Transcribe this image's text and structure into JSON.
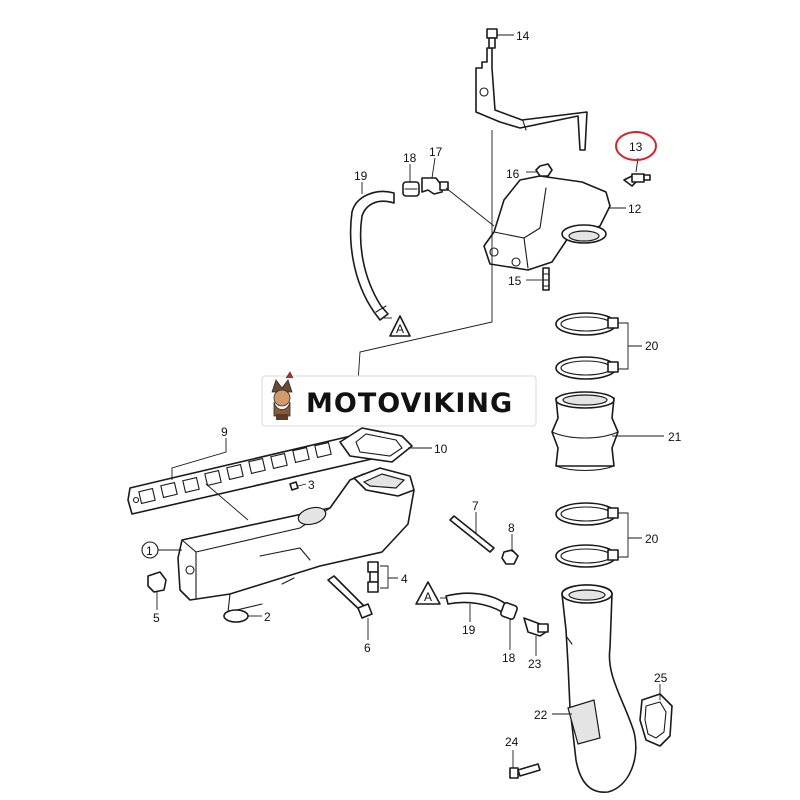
{
  "brand": {
    "name": "MOTOVIKING",
    "banner_color": "#ffffff",
    "text_color": "#111111",
    "logo_icon": "viking-mascot-icon"
  },
  "highlight": {
    "part": "13",
    "ring_color": "#d8232a"
  },
  "callouts": {
    "c1": "1",
    "c2": "2",
    "c3": "3",
    "c4": "4",
    "c5": "5",
    "c6": "6",
    "c7": "7",
    "c8": "8",
    "c9": "9",
    "c10": "10",
    "c12": "12",
    "c13": "13",
    "c14": "14",
    "c15": "15",
    "c16": "16",
    "c17": "17",
    "c18a": "18",
    "c18b": "18",
    "c19a": "19",
    "c19b": "19",
    "c20a": "20",
    "c20b": "20",
    "c21": "21",
    "c22": "22",
    "c23": "23",
    "c24": "24",
    "c25": "25"
  },
  "connection_marks": {
    "upper": "A",
    "lower": "A"
  }
}
